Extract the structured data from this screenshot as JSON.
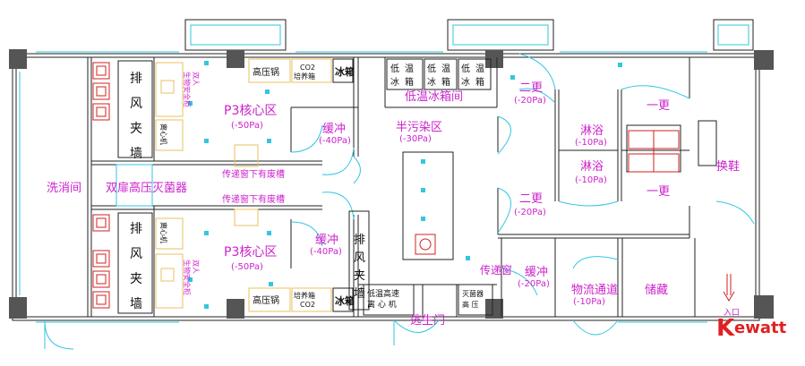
{
  "rooms": {
    "wash": "洗消间",
    "autoclave_double": "双扉高压灭菌器",
    "exhaust_top": [
      "排",
      "风",
      "夹",
      "墙"
    ],
    "exhaust_bottom": [
      "排",
      "风",
      "夹",
      "墙"
    ],
    "p3_top": "P3核心区",
    "p3_top_pa": "(-50Pa)",
    "p3_bottom": "P3核心区",
    "p3_bottom_pa": "(-50Pa)",
    "bsc_top": "生物安全柜",
    "bsc_top_person": "双人",
    "bsc_bottom": "生物安全柜",
    "bsc_bottom_person": "双人",
    "centrifuge_top": "离心机",
    "centrifuge_bottom": "离心机",
    "autoclave_top": "高压锅",
    "co2_top": "CO2",
    "incubator_top": "培养箱",
    "fridge_top": "冰箱",
    "autoclave_bottom": "高压锅",
    "incubator_bottom": "培养箱",
    "co2_bottom": "CO2",
    "fridge_bottom": "冰箱",
    "buffer_top": "缓冲",
    "buffer_top_pa": "(-40Pa)",
    "buffer_bottom": "缓冲",
    "buffer_bottom_pa": "(-40Pa)",
    "passbox_top": "传递窗下有废槽",
    "passbox_mid": "传递窗下有废槽",
    "exhaust_right": [
      "排",
      "风",
      "夹",
      "墙"
    ],
    "low_temp_fridges": [
      [
        "低",
        "温",
        "冰",
        "箱"
      ],
      [
        "低",
        "温",
        "冰",
        "箱"
      ],
      [
        "低",
        "温",
        "冰",
        "箱"
      ]
    ],
    "low_temp_room": "低温冰箱间",
    "semi_contam": "半污染区",
    "semi_contam_pa": "(-30Pa)",
    "centrifuge_lowtemp": [
      "低温高速",
      "离 心 机"
    ],
    "sterilizer_small": [
      "灭菌器",
      "高 压"
    ],
    "escape_door": "逃生门",
    "passbox_right": "传递窗",
    "buffer_right": "缓冲",
    "buffer_right_pa": "(-20Pa)",
    "change2_top": "二更",
    "change2_top_pa": "(-20Pa)",
    "change2_bottom": "二更",
    "change2_bottom_pa": "(-20Pa)",
    "shower_top": "淋浴",
    "shower_top_pa": "(-10Pa)",
    "shower_bottom": "淋浴",
    "shower_bottom_pa": "(-10Pa)",
    "change1_top": "一更",
    "change1_bottom": "一更",
    "shoe_change": "换鞋",
    "logistics": "物流通道",
    "logistics_pa": "(-10Pa)",
    "storage": "储藏",
    "entry": "入口"
  },
  "logo": {
    "text": "Kewatt",
    "color": "#e02020"
  },
  "colors": {
    "room_label": "#cc22cc",
    "wall": "#222222",
    "door": "#33c6e0",
    "equipment": "#e8c060",
    "fixture": "#d02020",
    "column": "#555555"
  }
}
